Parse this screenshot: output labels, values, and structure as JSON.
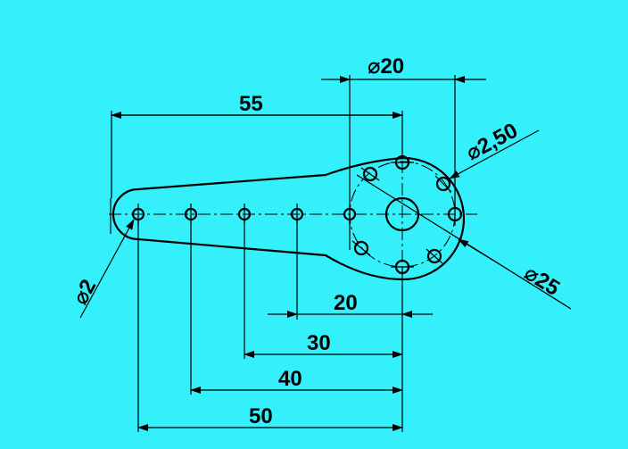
{
  "background_color": "#33f0fa",
  "line_color": "#000000",
  "dimensions": {
    "top_diameter": {
      "symbol": "⌀",
      "value": "20"
    },
    "length_55": "55",
    "hole_diameter_small": {
      "symbol": "⌀",
      "value": "2,50"
    },
    "end_hole_diameter": {
      "symbol": "⌀",
      "value": "2"
    },
    "hub_diameter": {
      "symbol": "⌀",
      "value": "25"
    },
    "dist_20": "20",
    "dist_30": "30",
    "dist_40": "40",
    "dist_50": "50"
  }
}
